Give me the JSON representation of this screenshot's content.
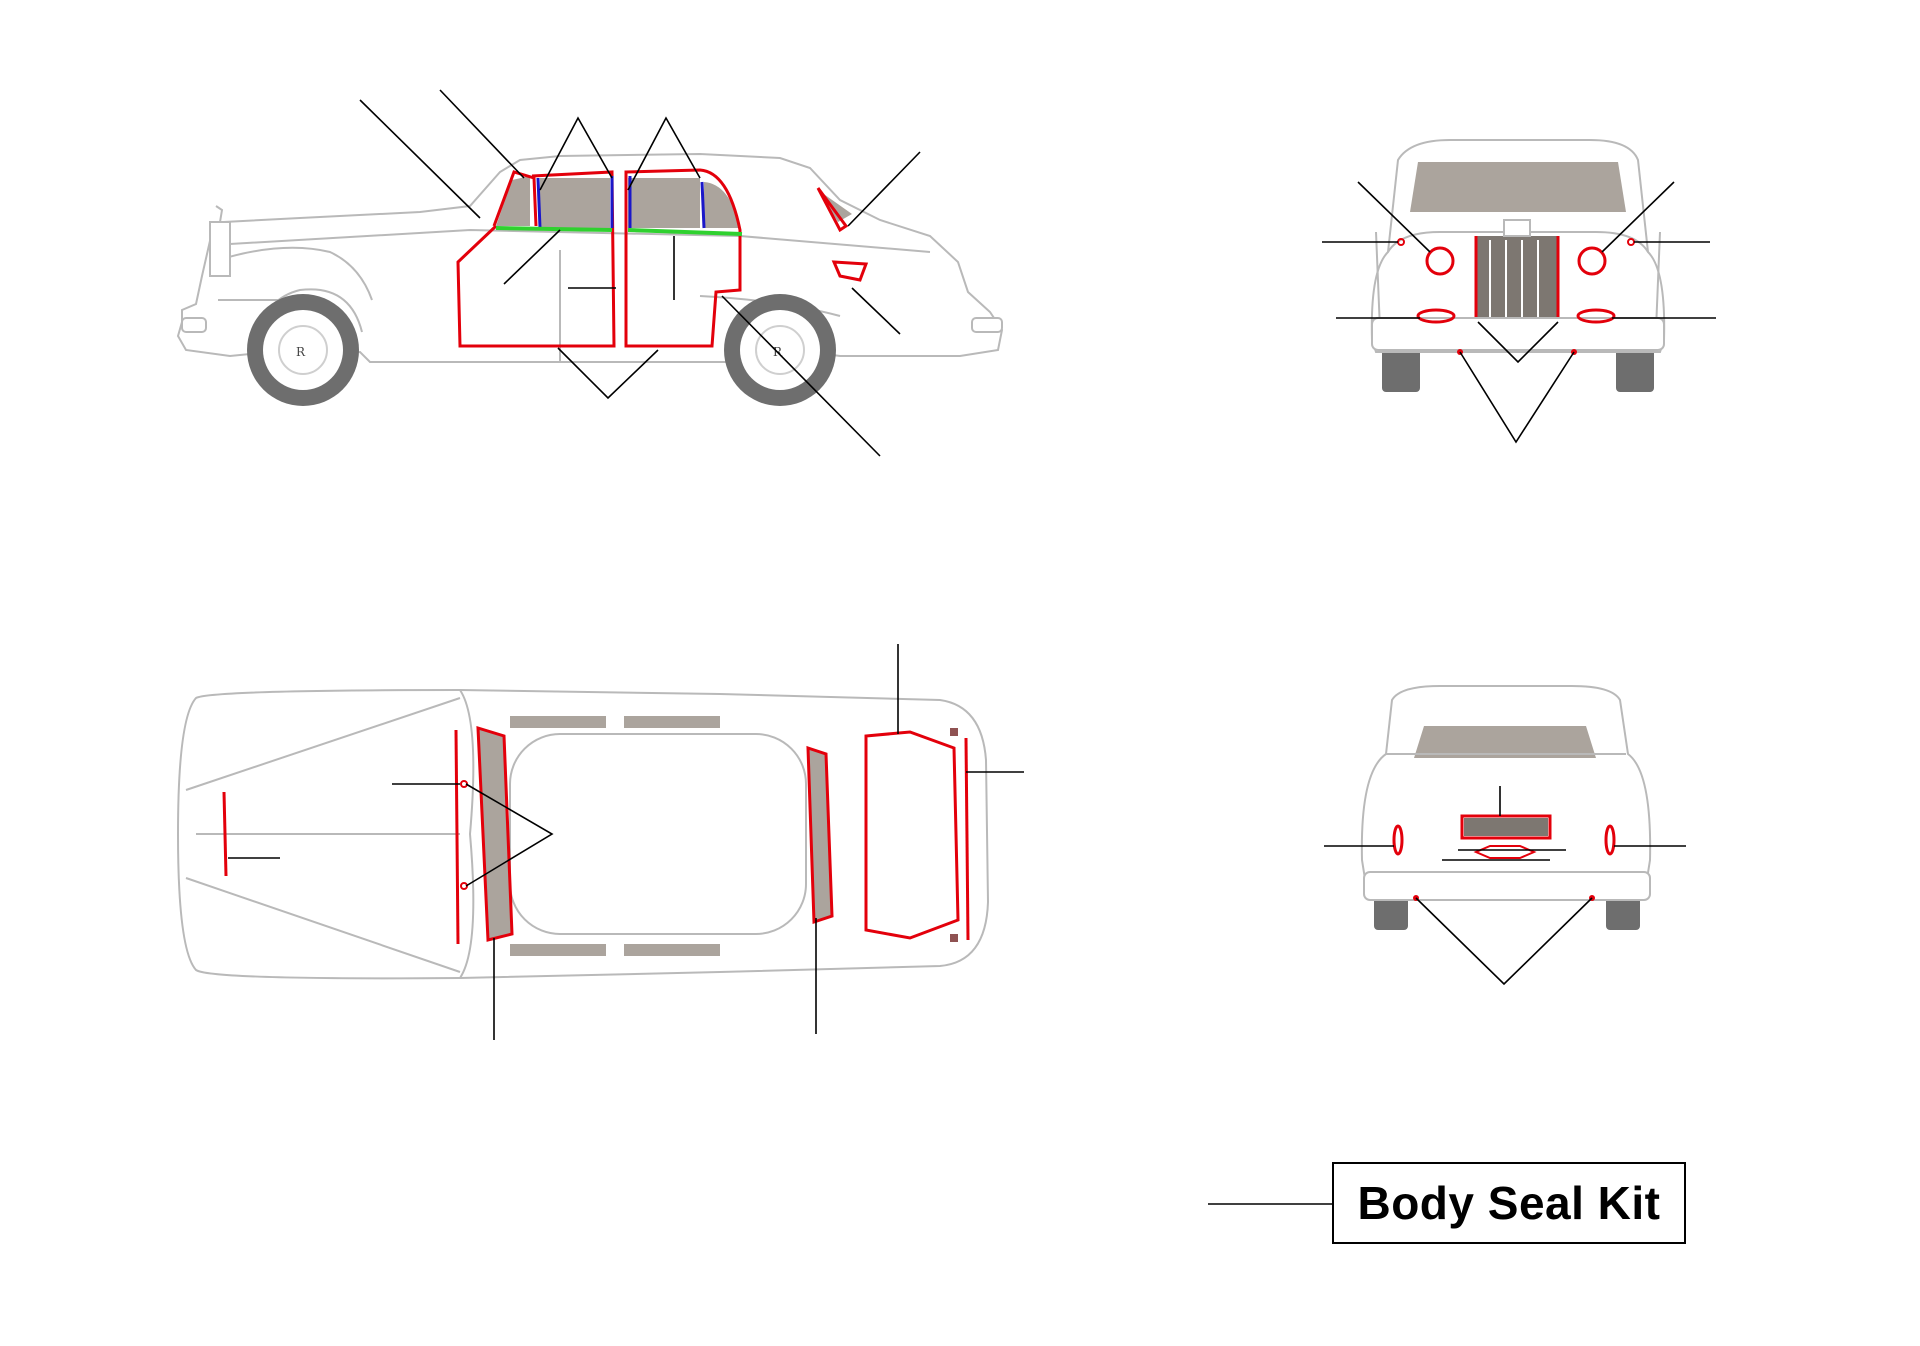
{
  "title": "Body Seal Kit",
  "colors": {
    "seal": "#e3000b",
    "door_top_seal": "#1a17c9",
    "waist_seal": "#2fd12f",
    "glass": "#aba49d",
    "body_outline": "#b9b9b9",
    "leader_line": "#000000"
  },
  "views": [
    "side-view",
    "front-view",
    "top-view",
    "rear-view"
  ]
}
